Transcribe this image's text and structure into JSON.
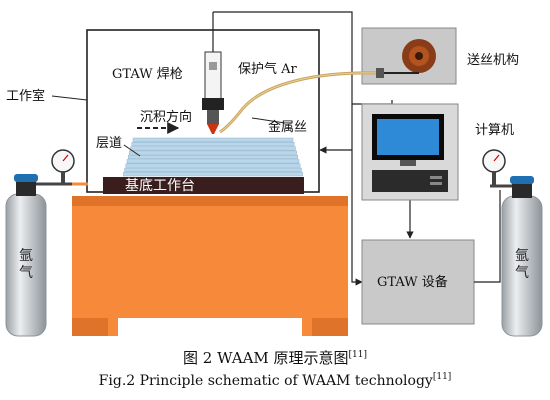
{
  "diagram": {
    "labels": {
      "gtaw_torch": "GTAW 焊枪",
      "shield_gas": "保护气 Ar",
      "wire_feeder": "送丝机构",
      "chamber": "工作室",
      "deposition_direction": "沉积方向",
      "metal_wire": "金属丝",
      "layers": "层道",
      "substrate_table": "基底工作台",
      "computer": "计算机",
      "gtaw_equipment": "GTAW 设备",
      "argon_left": "氩气",
      "argon_right": "氩气"
    },
    "caption": {
      "zh": "图 2  WAAM 原理示意图",
      "zh_ref": "[11]",
      "en": "Fig.2  Principle schematic of WAAM technology",
      "en_ref": "[11]"
    },
    "colors": {
      "table": "#f6893a",
      "base_plate": "#3a1d1d",
      "layers": "#b9d6ea",
      "cylinder": "#c9cdd1",
      "valve": "#1f6fb3",
      "panel": "#c9c9c9",
      "wire": "#caa25a"
    }
  }
}
